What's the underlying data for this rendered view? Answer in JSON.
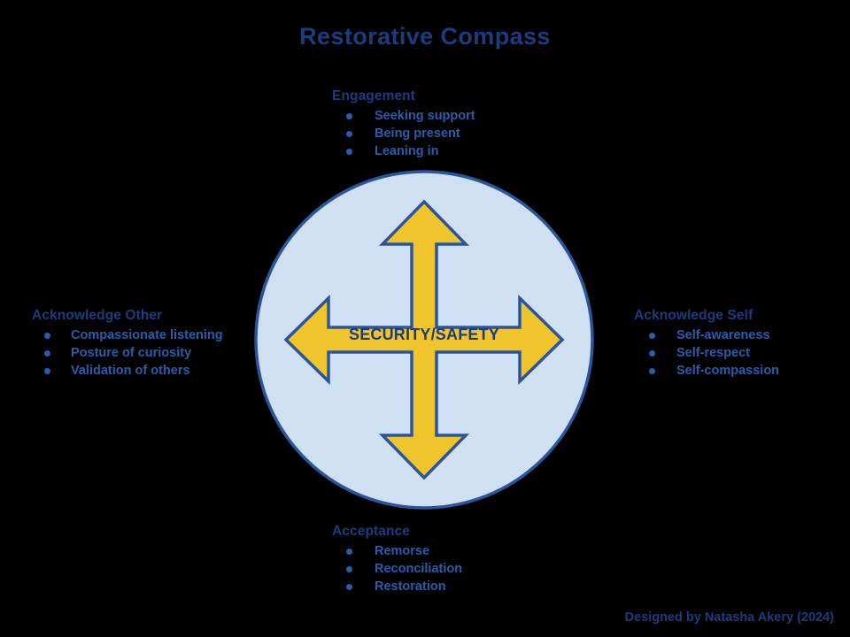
{
  "title": "Restorative Compass",
  "center_label": "SECURITY/SAFETY",
  "credit": "Designed by Natasha Akery (2024)",
  "colors": {
    "background": "#000000",
    "heading_blue": "#1b3c7e",
    "bullet_blue": "#2a5caa",
    "circle_fill": "#cfe0f2",
    "circle_stroke": "#2c5599",
    "arrow_fill": "#f0c42c",
    "arrow_stroke": "#2c5599"
  },
  "quadrants": {
    "north": {
      "heading": "Engagement",
      "items": [
        "Seeking support",
        "Being present",
        "Leaning in"
      ]
    },
    "south": {
      "heading": "Acceptance",
      "items": [
        "Remorse",
        "Reconciliation",
        "Restoration"
      ]
    },
    "west": {
      "heading": "Acknowledge Other",
      "items": [
        "Compassionate listening",
        "Posture of curiosity",
        "Validation of others"
      ]
    },
    "east": {
      "heading": "Acknowledge Self",
      "items": [
        "Self-awareness",
        "Self-respect",
        "Self-compassion"
      ]
    }
  },
  "graphic": {
    "circle_icon": "filled-circle",
    "arrow_icon": "four-way-arrow"
  }
}
